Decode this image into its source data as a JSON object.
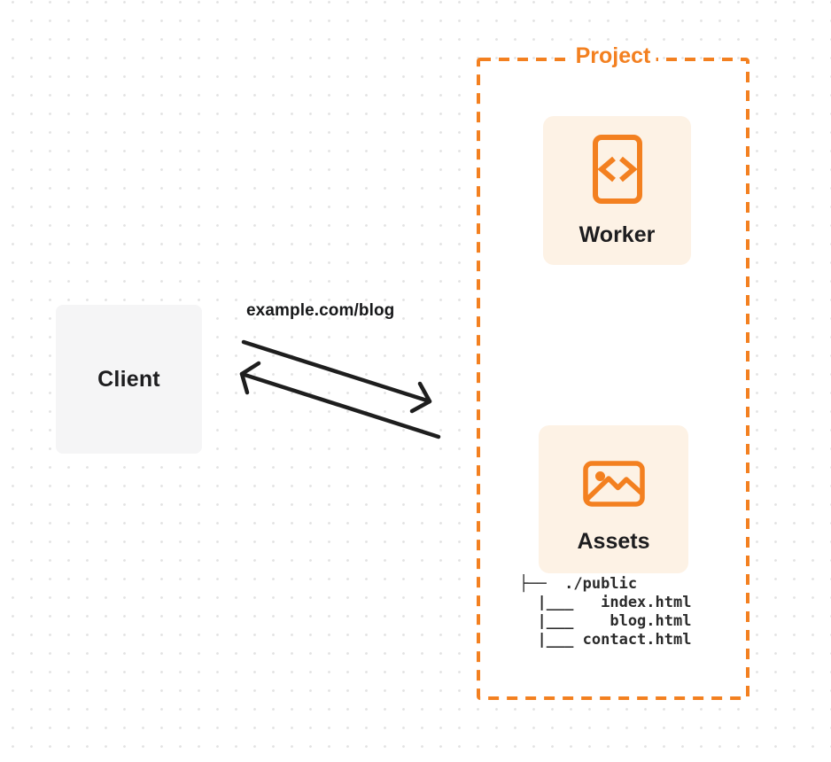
{
  "diagram": {
    "client": {
      "label": "Client"
    },
    "request": {
      "url": "example.com/blog"
    },
    "project": {
      "title": "Project",
      "worker": {
        "label": "Worker",
        "icon": "code-file-icon"
      },
      "assets": {
        "label": "Assets",
        "icon": "image-icon",
        "file_tree": "├──  ./public\n  |___   index.html\n  |___    blog.html\n  |___ contact.html"
      }
    },
    "colors": {
      "accent_orange": "#f38020",
      "card_background": "#fdf2e5",
      "client_background": "#f5f5f6",
      "arrow_black": "#1e1e1e",
      "text_dark": "#1d1d1f",
      "grid_dot": "#e2e2e2"
    }
  }
}
